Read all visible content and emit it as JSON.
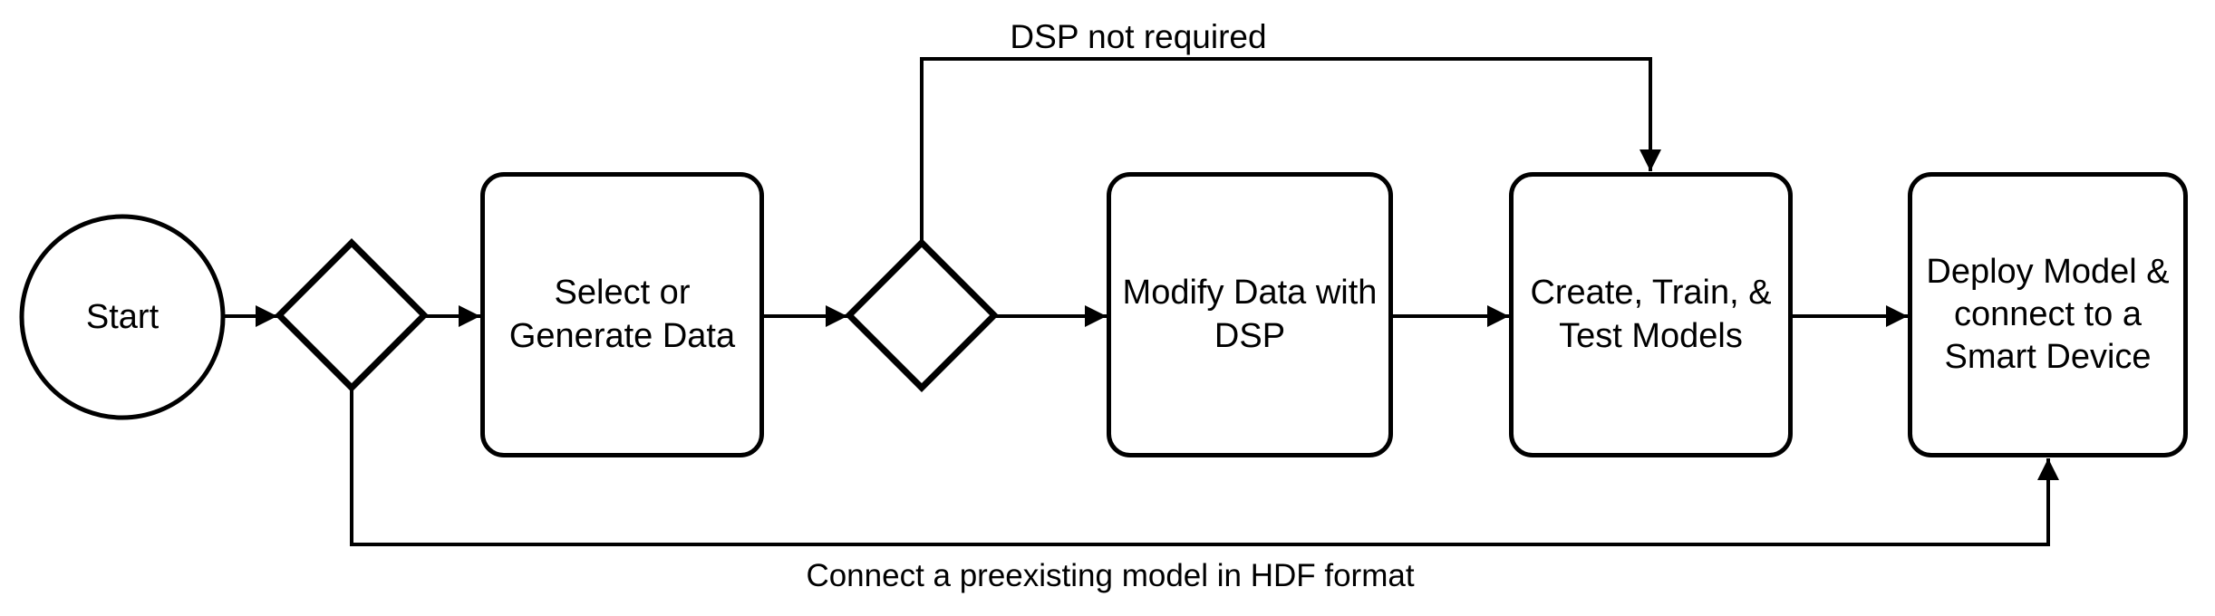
{
  "flowchart": {
    "start": {
      "label": "Start"
    },
    "steps": [
      {
        "label": "Select or Generate Data",
        "lines": [
          "Select or",
          "Generate Data"
        ]
      },
      {
        "label": "Modify Data with DSP",
        "lines": [
          "Modify Data with",
          "DSP"
        ]
      },
      {
        "label": "Create, Train, & Test Models",
        "lines": [
          "Create, Train, &",
          "Test Models"
        ]
      },
      {
        "label": "Deploy Model & connect to a Smart Device",
        "lines": [
          "Deploy Model &",
          "connect to a",
          "Smart Device"
        ]
      }
    ],
    "edge_labels": [
      {
        "label": "DSP not required"
      },
      {
        "label": "Connect a preexisting model in HDF format"
      }
    ],
    "colors": {
      "stroke": "#000000",
      "text": "#000000",
      "background": "#ffffff"
    }
  }
}
